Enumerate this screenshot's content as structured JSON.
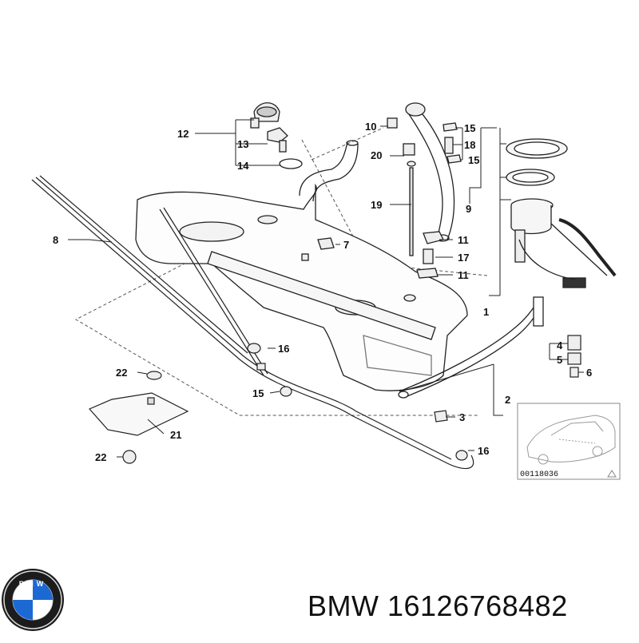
{
  "callouts": {
    "c12": "12",
    "c13": "13",
    "c14": "14",
    "c10": "10",
    "c20": "20",
    "c19": "19",
    "c15a": "15",
    "c18": "18",
    "c15b": "15",
    "c9": "9",
    "c8": "8",
    "c7": "7",
    "c11a": "11",
    "c17": "17",
    "c11b": "11",
    "c1": "1",
    "c16a": "16",
    "c15c": "15",
    "c4": "4",
    "c5": "5",
    "c6": "6",
    "c2": "2",
    "c3": "3",
    "c16b": "16",
    "c22a": "22",
    "c21": "21",
    "c22b": "22"
  },
  "inset": {
    "reference_code": "00118036"
  },
  "brand": {
    "logo_letters": "BMW",
    "caption": "BMW 16126768482"
  }
}
